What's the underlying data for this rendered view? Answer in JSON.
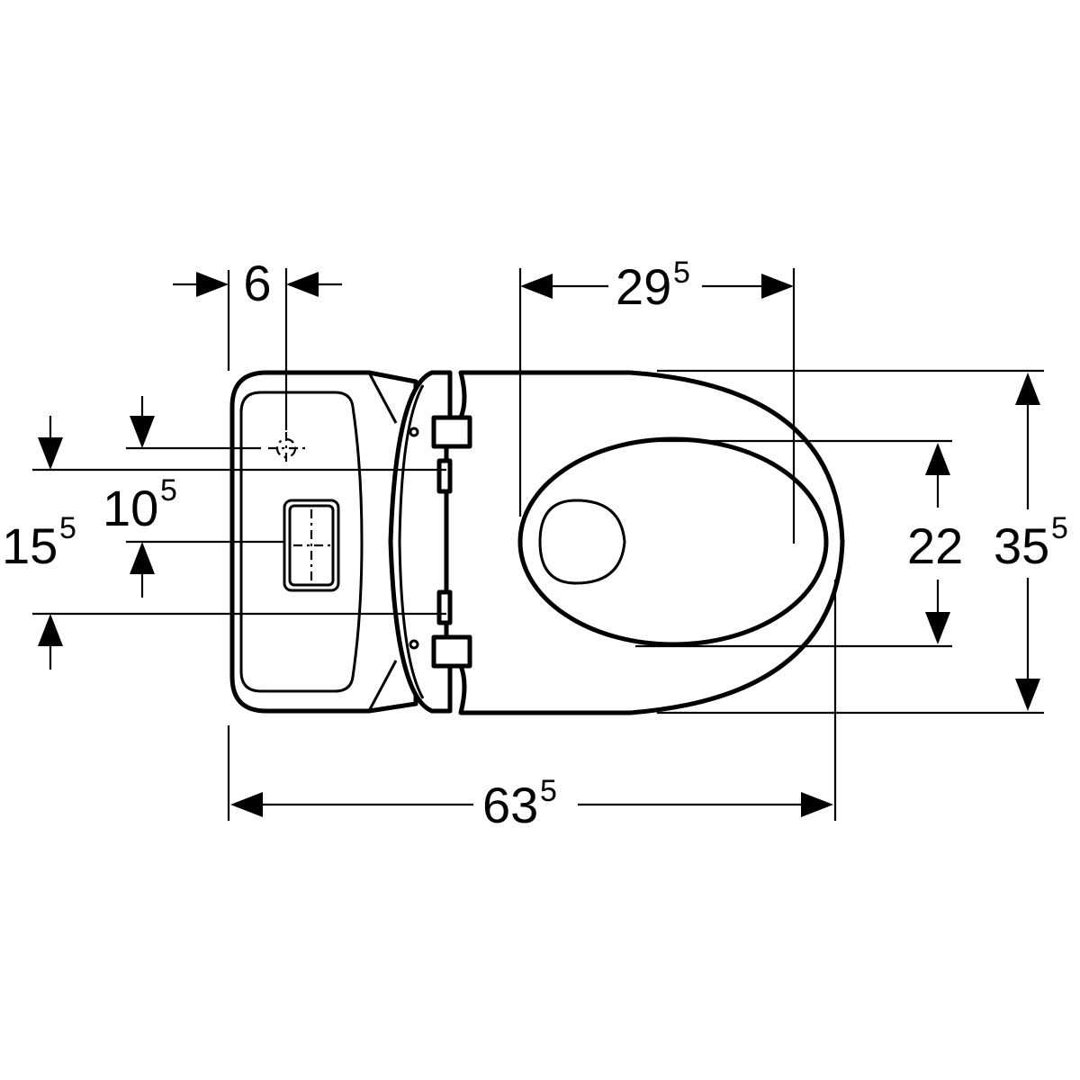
{
  "dimensions": {
    "cistern_offset": {
      "main": "6",
      "sup": ""
    },
    "seat_depth": {
      "main": "29",
      "sup": "5"
    },
    "overall_width": {
      "main": "35",
      "sup": "5"
    },
    "seat_opening_width": {
      "main": "22",
      "sup": ""
    },
    "overall_length": {
      "main": "63",
      "sup": "5"
    },
    "hinge_spacing": {
      "main": "15",
      "sup": "5"
    },
    "button_offset": {
      "main": "10",
      "sup": "5"
    }
  }
}
